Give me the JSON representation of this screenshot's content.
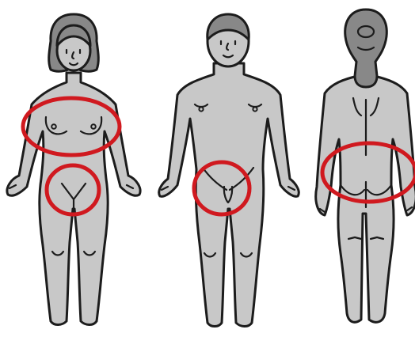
{
  "colors": {
    "skin_fill": "#c8c8c8",
    "hair_fill": "#888888",
    "outline": "#1c1c1c",
    "highlight_ring": "#d0191f",
    "background": "#ffffff"
  },
  "figures": [
    {
      "view": "front",
      "body": "female",
      "highlights": [
        "chest",
        "genital-area"
      ]
    },
    {
      "view": "front",
      "body": "male",
      "highlights": [
        "genital-area"
      ]
    },
    {
      "view": "back",
      "body": "female",
      "highlights": [
        "buttocks"
      ]
    }
  ]
}
